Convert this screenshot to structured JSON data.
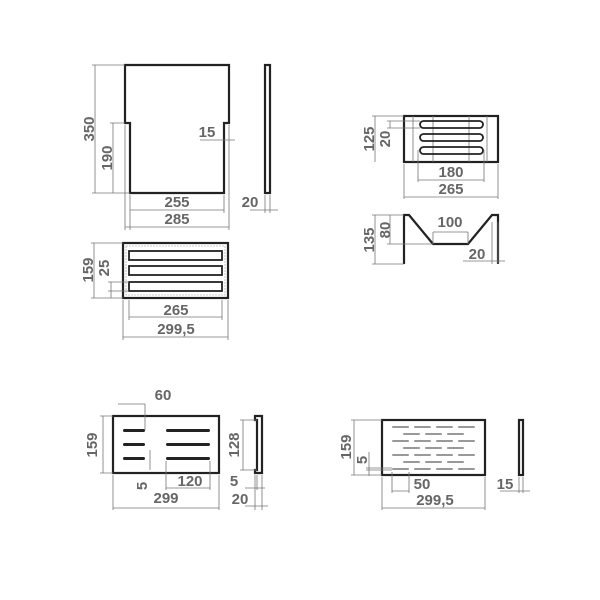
{
  "views": {
    "top_left": {
      "height_total": "350",
      "height_lower": "190",
      "inset": "15",
      "width_inner": "255",
      "width_outer": "285",
      "thickness": "20"
    },
    "middle_left": {
      "height": "159",
      "slot_pitch": "25",
      "width_inner": "265",
      "width_outer": "299,5"
    },
    "top_right": {
      "height": "125",
      "slot_pitch": "20",
      "slot_length": "180",
      "width": "265"
    },
    "profile": {
      "height_total": "135",
      "depth_v": "80",
      "bottom_width": "100",
      "thickness": "20"
    },
    "bottom_left": {
      "slot_offset": "60",
      "height": "159",
      "slot_gap": "5",
      "slot_length": "120",
      "width": "299",
      "side_height": "128",
      "side_step": "5",
      "side_thickness": "20"
    },
    "bottom_right": {
      "height": "159",
      "slot_gap": "5",
      "slot_length": "50",
      "width": "299,5",
      "thickness": "15"
    }
  }
}
